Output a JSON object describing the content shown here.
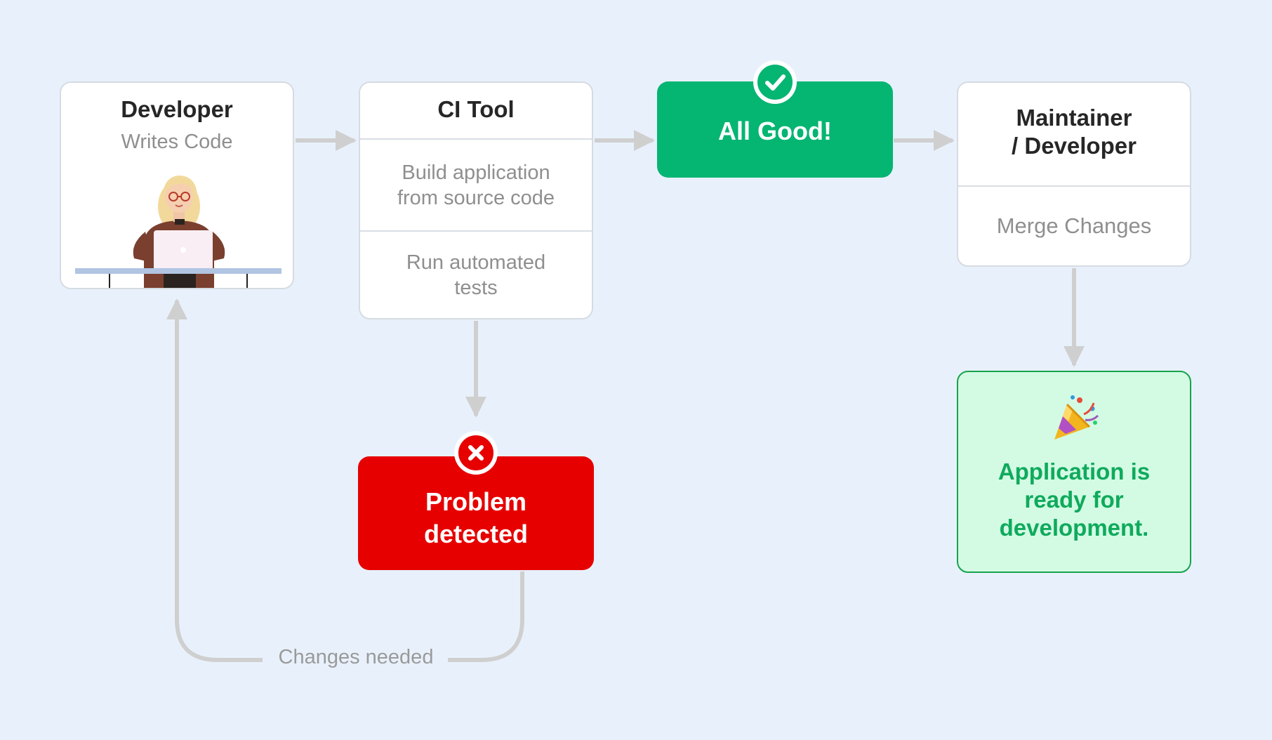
{
  "developer": {
    "title": "Developer",
    "subtitle": "Writes Code",
    "illustration": "developer-at-laptop"
  },
  "ci_tool": {
    "title": "CI Tool",
    "steps": [
      "Build application\nfrom source code",
      "Run automated\ntests"
    ]
  },
  "all_good": {
    "label": "All Good!",
    "icon": "check-circle-icon"
  },
  "maintainer": {
    "title": "Maintainer\n/ Developer",
    "action": "Merge Changes"
  },
  "problem": {
    "label": "Problem\ndetected",
    "icon": "x-circle-icon"
  },
  "ready": {
    "label": "Application is\nready for\ndevelopment.",
    "icon": "party-popper-icon"
  },
  "feedback_loop": {
    "label": "Changes needed"
  },
  "colors": {
    "background": "#e8f1fb",
    "success": "#05b572",
    "error": "#e60000",
    "ready_fill": "#d3fbe4",
    "ready_text": "#0faa5c",
    "connector": "#cfcfcf"
  }
}
